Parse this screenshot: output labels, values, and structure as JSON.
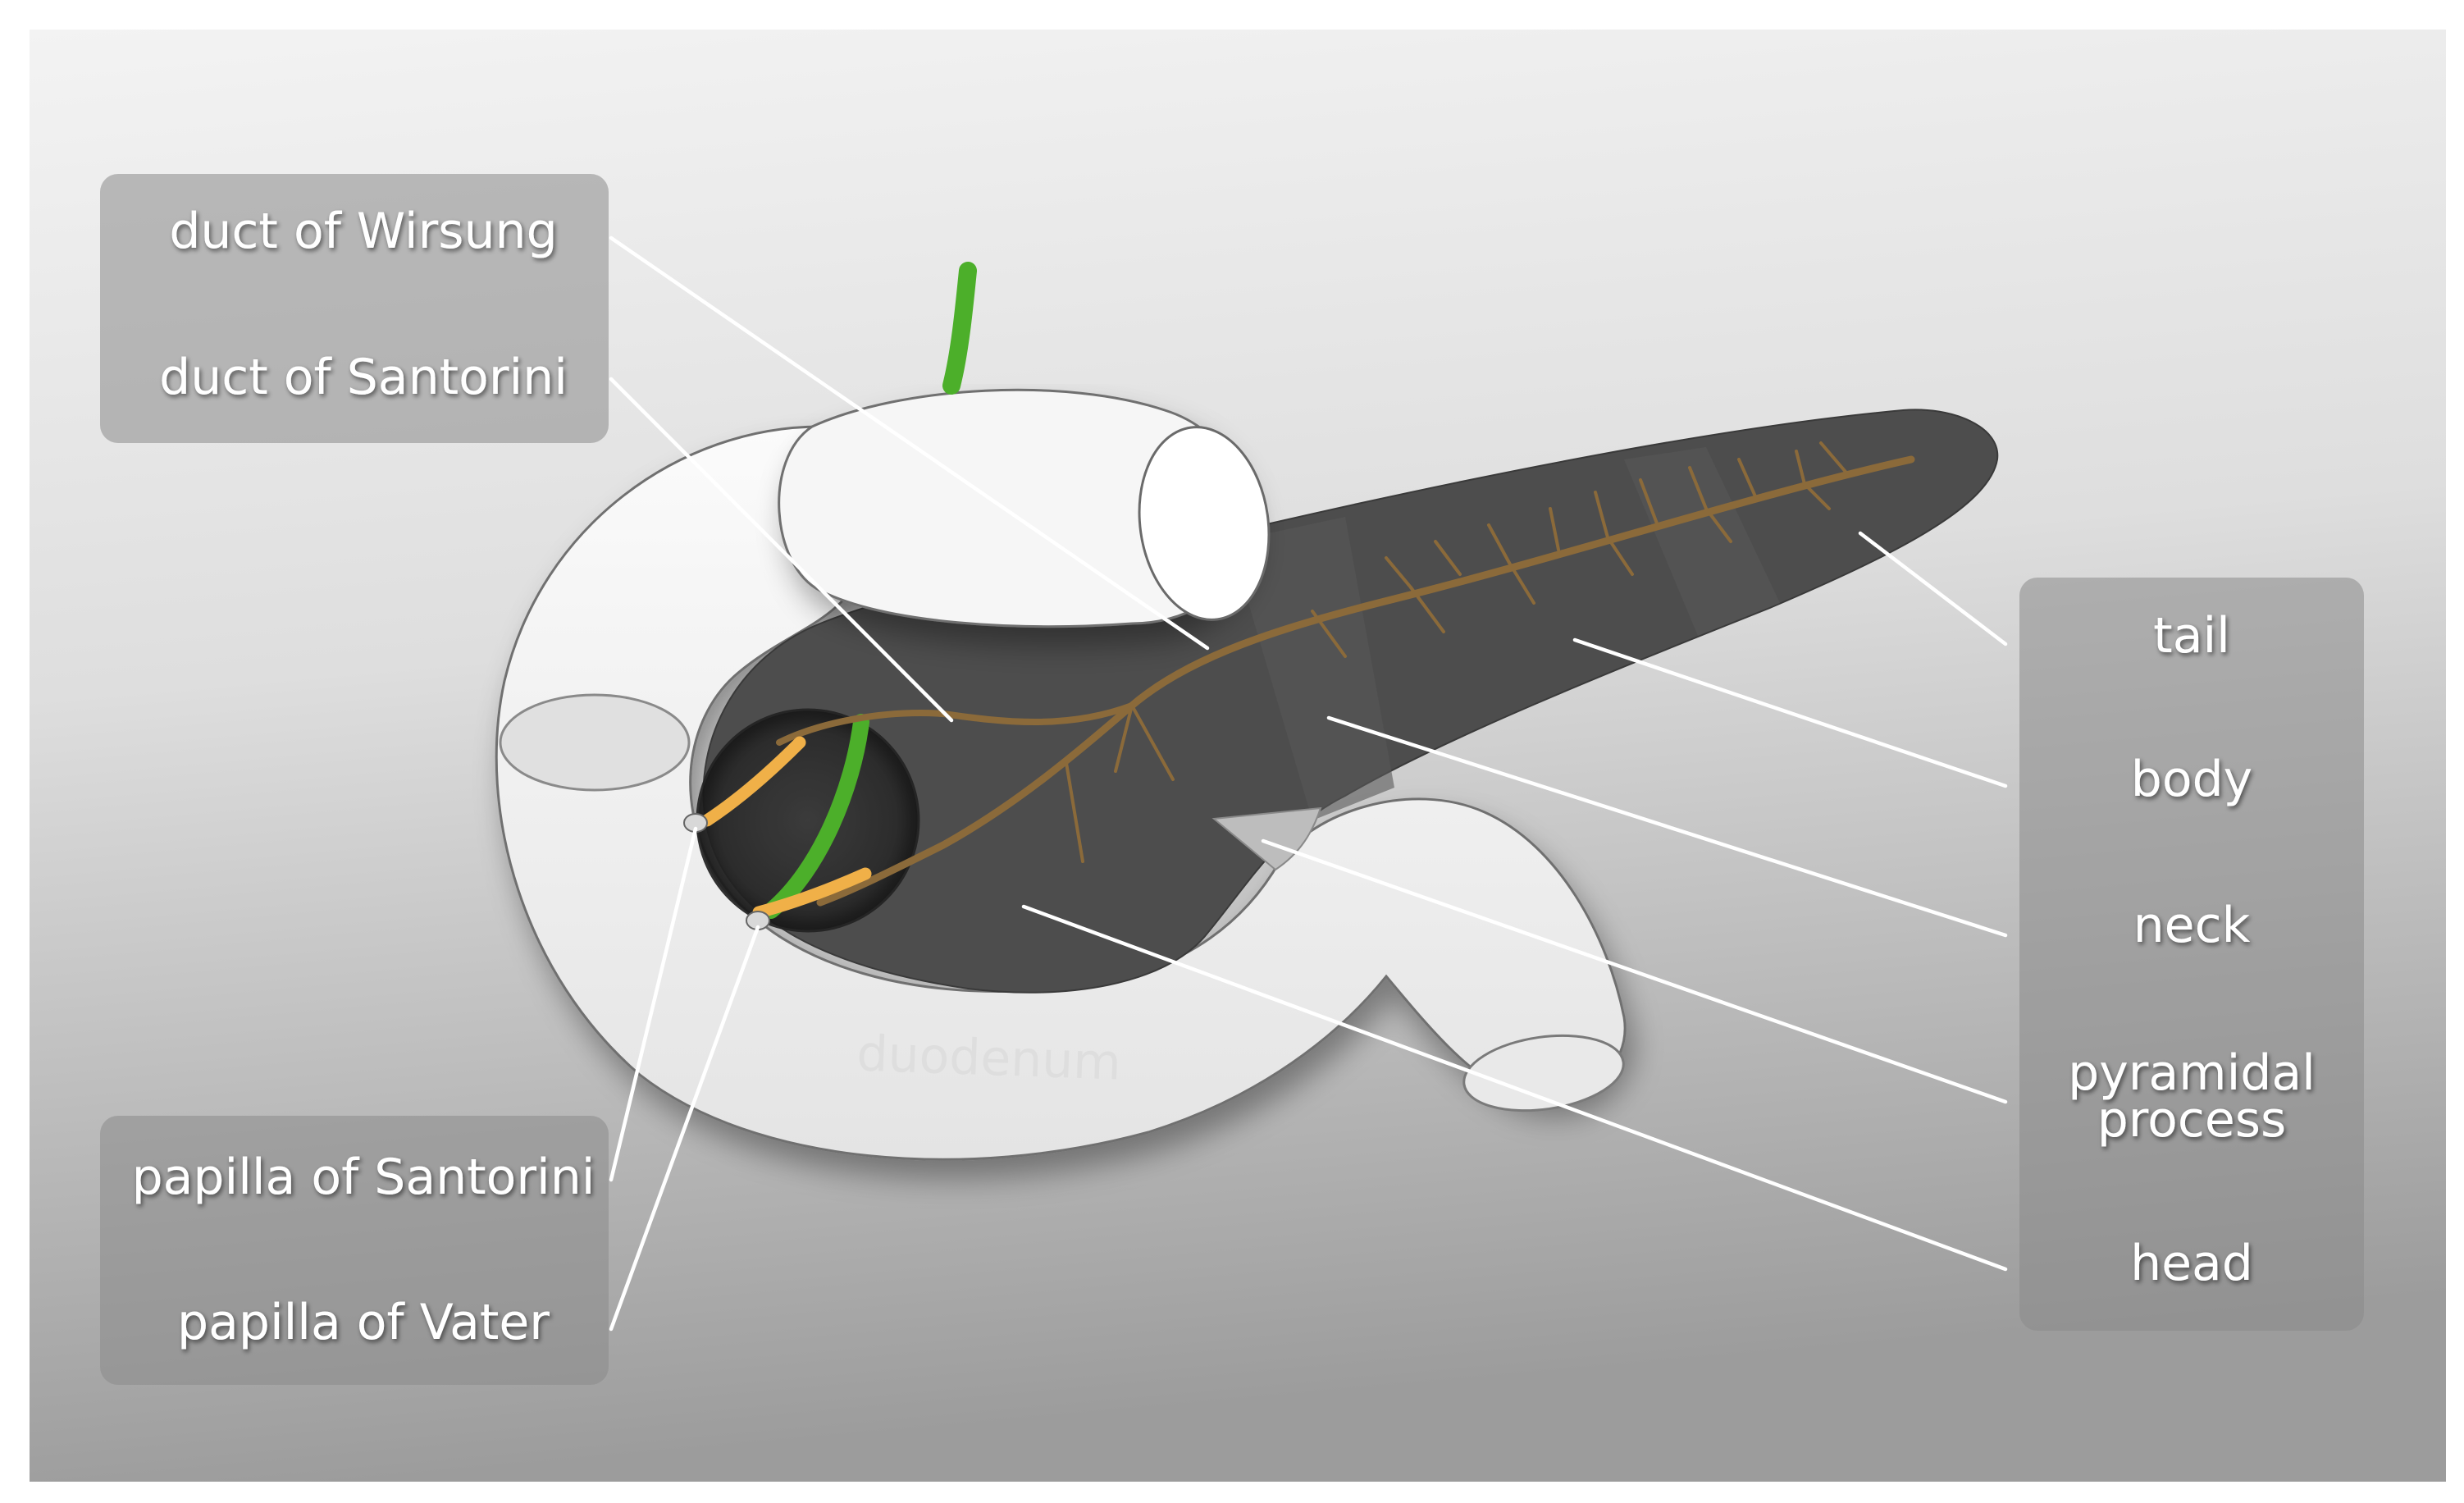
{
  "labels": {
    "left_top": {
      "duct_of_wirsung": "duct of Wirsung",
      "duct_of_santorini": "duct of Santorini"
    },
    "left_bottom": {
      "papilla_of_santorini": "papilla of Santorini",
      "papilla_of_vater": "papilla of Vater"
    },
    "right": {
      "tail": "tail",
      "body": "body",
      "neck": "neck",
      "pyramidal_process_line1": "pyramidal",
      "pyramidal_process_line2": "process",
      "head": "head"
    },
    "duodenum": "duodenum"
  },
  "colors": {
    "pancreas": "#555555",
    "duct": "#8b6a3a",
    "bile_duct": "#4caf2a",
    "santorini_highlight": "#f0b048",
    "duodenum": "#f4f4f4"
  }
}
